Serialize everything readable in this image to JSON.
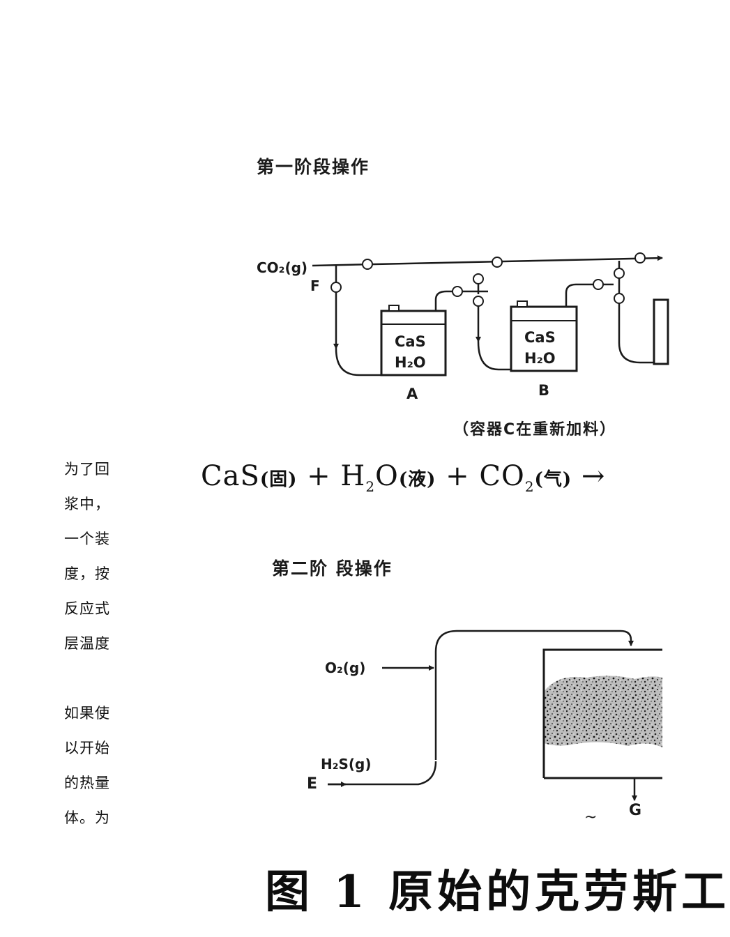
{
  "left_text": [
    "为了回",
    "浆中，",
    "一个装",
    "度，按",
    "反应式",
    "层温度",
    "如果使",
    "以开始",
    "的热量",
    "体。为"
  ],
  "stage1": {
    "heading": "第一阶段操作",
    "co2_label": "CO₂(g)",
    "f_label": "F",
    "vessel_a": {
      "line1": "CaS",
      "line2": "H₂O",
      "name": "A"
    },
    "vessel_b": {
      "line1": "CaS",
      "line2": "H₂O",
      "name": "B"
    },
    "note": "（容器C在重新加料）"
  },
  "equation": {
    "cas": "CaS",
    "cas_state": "(固)",
    "plus1": " + ",
    "h2o_h": "H",
    "h2o_sub": "2",
    "h2o_o": "O",
    "h2o_state": "(液)",
    "plus2": " + ",
    "co2_co": "CO",
    "co2_sub": "2",
    "co2_state": "(气)",
    "arrow": " →"
  },
  "stage2": {
    "heading": "第二阶 段操作",
    "o2_label": "O₂(g)",
    "h2s_label": "H₂S(g)",
    "e_label": "E",
    "g_label": "G",
    "tilde": "~"
  },
  "caption": "图 1 原始的克劳斯工"
}
